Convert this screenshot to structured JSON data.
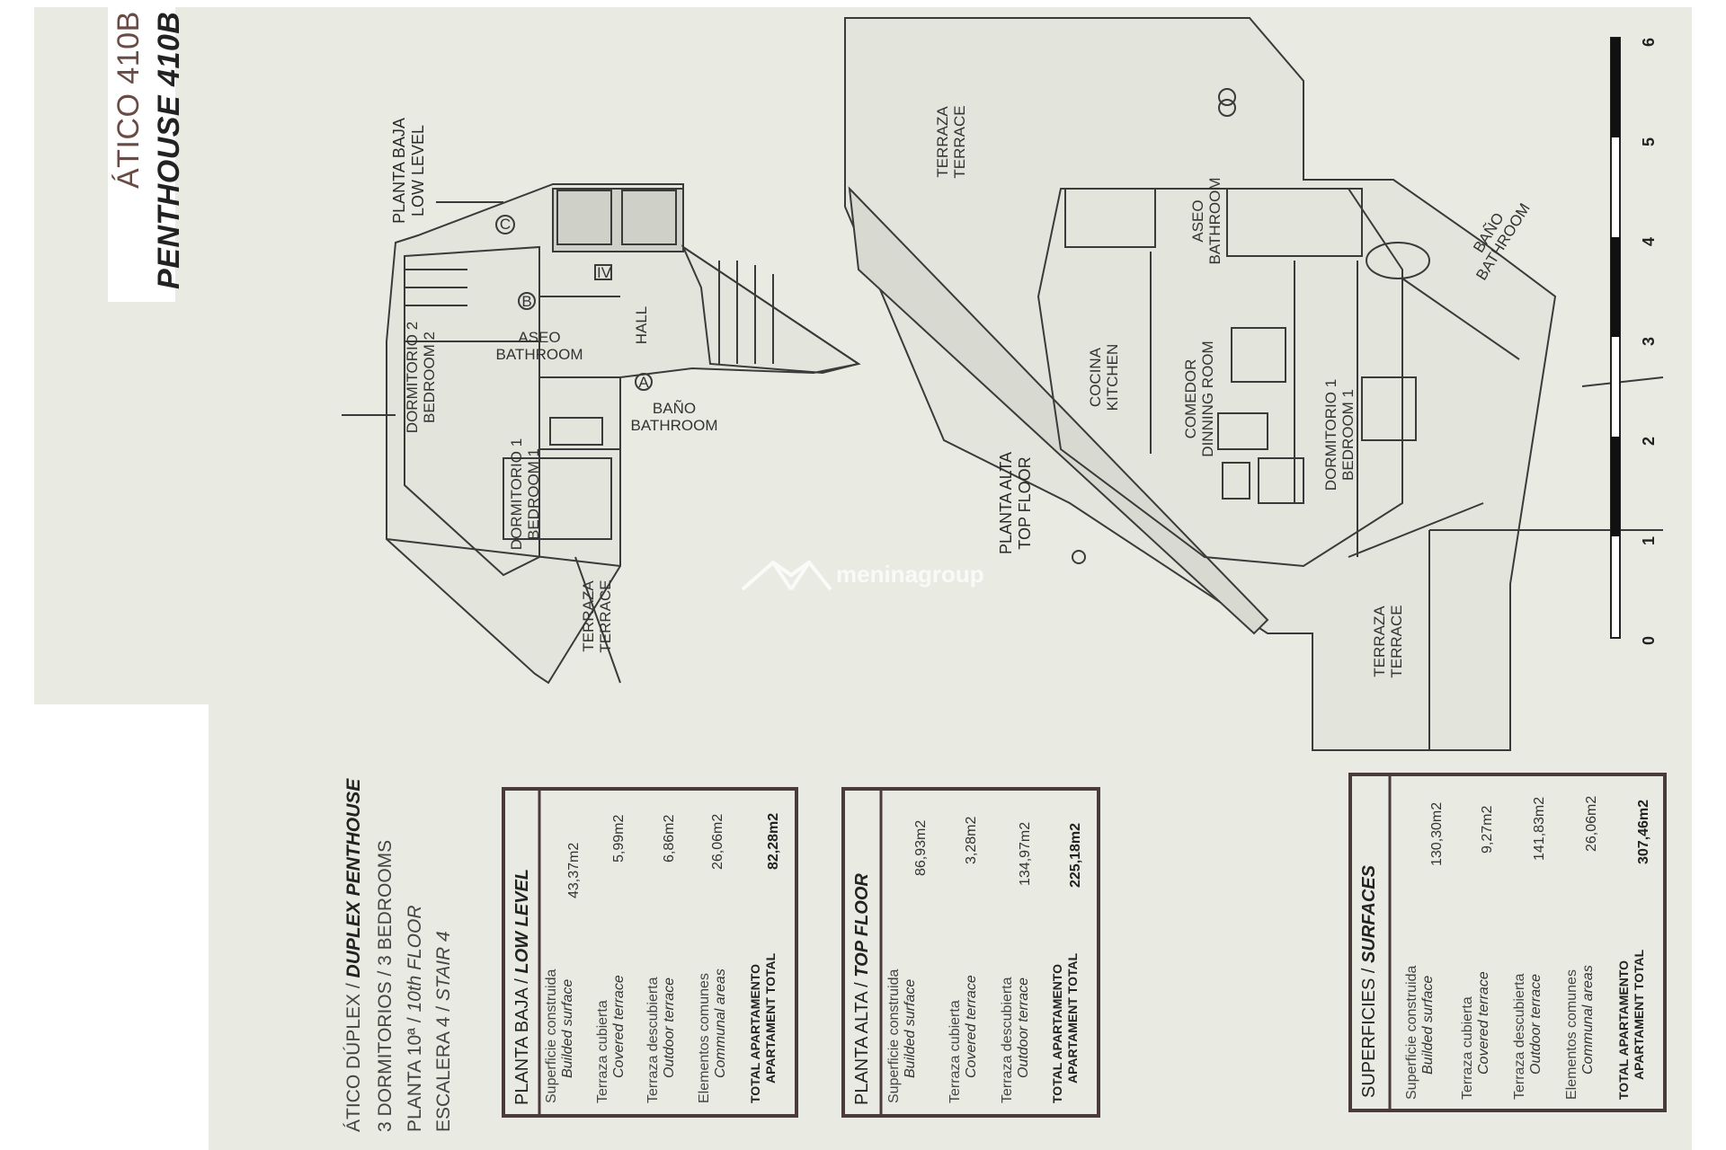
{
  "title": {
    "es": "ÁTICO 410B",
    "en": "PENTHOUSE 410B"
  },
  "info": {
    "type_es": "ÁTICO DÚPLEX",
    "type_sep": " / ",
    "type_en": "DUPLEX PENTHOUSE",
    "bedrooms": "3 DORMITORIOS / 3 BEDROOMS",
    "floor_es": "PLANTA 10ª",
    "floor_sep": " / ",
    "floor_en": "10th FLOOR",
    "stair_es": "ESCALERA 4",
    "stair_sep": " / ",
    "stair_en": "STAIR 4"
  },
  "low_plan": {
    "heading_es": "PLANTA BAJA",
    "heading_en": "LOW LEVEL",
    "rooms": {
      "bedroom2": [
        "DORMITORIO 2",
        "BEDROOM 2"
      ],
      "aseo": [
        "ASEO",
        "BATHROOM"
      ],
      "hall": "HALL",
      "bano": [
        "BAÑO",
        "BATHROOM"
      ],
      "bedroom1": [
        "DORMITORIO 1",
        "BEDROOM 1"
      ],
      "terrace": [
        "TERRAZA",
        "TERRACE"
      ],
      "mark_a": "A",
      "mark_b": "B",
      "mark_c": "C",
      "mark_iv": "IV"
    }
  },
  "top_plan": {
    "heading_es": "PLANTA ALTA",
    "heading_en": "TOP FLOOR",
    "rooms": {
      "terrace_top": [
        "TERRAZA",
        "TERRACE"
      ],
      "aseo": [
        "ASEO",
        "BATHROOM"
      ],
      "bano": [
        "BAÑO",
        "BATHROOM"
      ],
      "kitchen": [
        "COCINA",
        "KITCHEN"
      ],
      "dining": [
        "COMEDOR",
        "DINNING ROOM"
      ],
      "bedroom1": [
        "DORMITORIO 1",
        "BEDROOM 1"
      ],
      "terrace_bottom": [
        "TERRAZA",
        "TERRACE"
      ]
    }
  },
  "tables": [
    {
      "head_es": "PLANTA BAJA",
      "head_sep": " / ",
      "head_en": "LOW LEVEL",
      "rows": [
        {
          "es": "Superficie construida",
          "en": "Builded surface",
          "value": "43,37m2"
        },
        {
          "es": "Terraza cubierta",
          "en": "Covered terrace",
          "value": "5,99m2"
        },
        {
          "es": "Terraza descubierta",
          "en": "Outdoor terrace",
          "value": "6,86m2"
        },
        {
          "es": "Elementos comunes",
          "en": "Communal areas",
          "value": "26,06m2"
        }
      ],
      "total_es": "TOTAL APARTAMENTO",
      "total_en": "APARTAMENT TOTAL",
      "total_value": "82,28m2"
    },
    {
      "head_es": "PLANTA ALTA",
      "head_sep": " / ",
      "head_en": "TOP FLOOR",
      "rows": [
        {
          "es": "Superficie construida",
          "en": "Builded surface",
          "value": "86,93m2"
        },
        {
          "es": "Terraza cubierta",
          "en": "Covered terrace",
          "value": "3,28m2"
        },
        {
          "es": "Terraza descubierta",
          "en": "Outdoor terrace",
          "value": "134,97m2"
        }
      ],
      "total_es": "TOTAL APARTAMENTO",
      "total_en": "APARTAMENT TOTAL",
      "total_value": "225,18m2"
    },
    {
      "head_es": "SUPERFICIES",
      "head_sep": " / ",
      "head_en": "SURFACES",
      "rows": [
        {
          "es": "Superficie construida",
          "en": "Builded surface",
          "value": "130,30m2"
        },
        {
          "es": "Terraza cubierta",
          "en": "Covered terrace",
          "value": "9,27m2"
        },
        {
          "es": "Terraza descubierta",
          "en": "Outdoor terrace",
          "value": "141,83m2"
        },
        {
          "es": "Elementos comunes",
          "en": "Communal areas",
          "value": "26,06m2"
        }
      ],
      "total_es": "TOTAL APARTAMENTO",
      "total_en": "APARTAMENT TOTAL",
      "total_value": "307,46m2"
    }
  ],
  "scale": {
    "ticks": [
      "0",
      "1",
      "2",
      "3",
      "4",
      "5",
      "6"
    ]
  },
  "watermark": "meninagroup",
  "colors": {
    "background": "#e9ebe3",
    "frame": "#4a3a3a",
    "ink": "#2e2e2e",
    "title_accent": "#6a4a44"
  }
}
